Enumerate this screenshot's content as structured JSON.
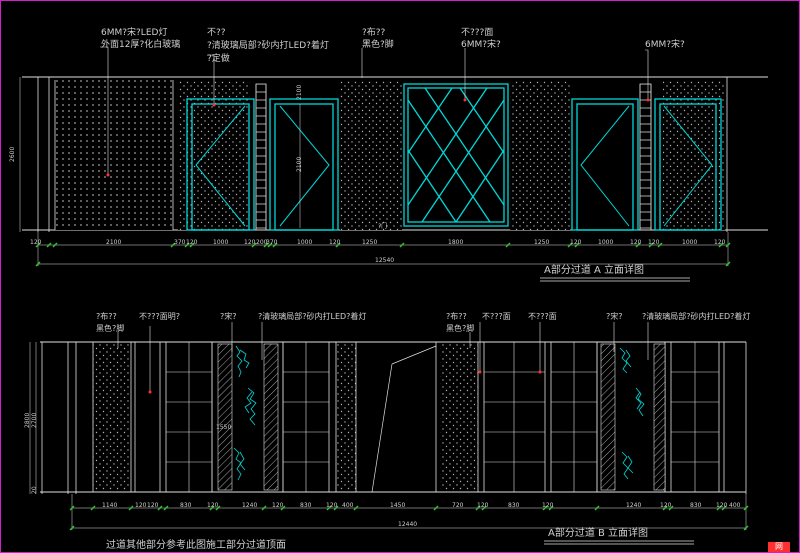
{
  "colors": {
    "background": "#000000",
    "cyan": "#00d8d8",
    "white": "#e0e0e0",
    "red": "#ff3030",
    "green": "#2ec82e",
    "frame": "#d020d0"
  },
  "elevation_a": {
    "caption": "A部分过道 A 立面详图",
    "labels": [
      [
        "6MM?宋?LED灯",
        "外面12厚?化白玻璃"
      ],
      [
        "不??",
        "?清玻璃局部?砂内打LED?着灯",
        "?定做"
      ],
      [
        "?布??",
        "黑色?脚"
      ],
      [
        "不???面",
        "6MM?宋?"
      ],
      [
        "6MM?宋?"
      ]
    ],
    "dims_bottom": [
      "120",
      "2100",
      "370",
      "120",
      "1000",
      "120",
      "200",
      "370",
      "1000",
      "120",
      "1250",
      "1800",
      "1250",
      "120",
      "1000",
      "120",
      "120",
      "1000",
      "120"
    ],
    "total": "12540",
    "vdims": [
      "2600",
      "2100",
      "2100"
    ],
    "mid_mark": "?门"
  },
  "elevation_b": {
    "caption": "A部分过道 B 立面详图",
    "labels": [
      [
        "?布??",
        "黑色?脚"
      ],
      [
        "不???面明?"
      ],
      [
        "?宋?"
      ],
      [
        "?清玻璃局部?砂内打LED?着灯"
      ],
      [
        "?布??",
        "黑色?脚"
      ],
      [
        "不???面"
      ],
      [
        "不???面"
      ],
      [
        "?宋?"
      ],
      [
        "?清玻璃局部?砂内打LED?着灯"
      ]
    ],
    "dims_bottom": [
      "1140",
      "120",
      "120",
      "830",
      "120",
      "1240",
      "120",
      "830",
      "120",
      "400",
      "1450",
      "720",
      "120",
      "830",
      "120",
      "1240",
      "120",
      "830",
      "120",
      "400"
    ],
    "total": "12440",
    "vdims": [
      "2800",
      "2700"
    ],
    "small_marks": [
      "1550",
      "20"
    ]
  },
  "footer_note": "过道其他部分参考此图施工部分过道顶面",
  "watermark": "网"
}
